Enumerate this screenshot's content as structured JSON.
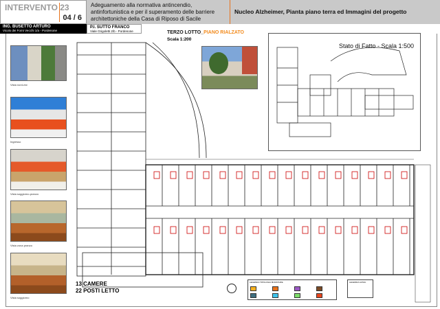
{
  "header": {
    "intervento": "INTERVENTO 23",
    "page": "04 / 6",
    "description": "Adeguamento alla normativa antincendio, antinfortunistica e per il superamento delle barriere architettoniche della Casa di Riposo di Sacile",
    "title": "Nucleo Alzheimer, Pianta piano terra ed Immagini del progetto"
  },
  "engineers": [
    {
      "name": "ING. BUSETTO ARTURO",
      "address": "Vicolo dei Forni Vecchi 1/a - Pordenone"
    },
    {
      "name": "P.I. SUTTO FRANCO",
      "address": "Viale Grigoletti 2/b - Pordenone"
    }
  ],
  "photos": [
    {
      "caption": "Vista nord-est",
      "colors": [
        "#6d8fbf",
        "#d9d5c8",
        "#4d7a3a",
        "#8a8a86"
      ]
    },
    {
      "caption": "Ingresso",
      "colors": [
        "#2f7fd6",
        "#e6e6e6",
        "#e8501e",
        "#f0f0f0"
      ]
    },
    {
      "caption": "Vista soggiorno-pranzo",
      "colors": [
        "#d7d4cc",
        "#e55a2a",
        "#c9a46b",
        "#f1f0ea"
      ]
    },
    {
      "caption": "Vista zona pranzo",
      "colors": [
        "#d7c49a",
        "#a9b7a0",
        "#b8672c",
        "#8c4a1c"
      ]
    },
    {
      "caption": "Vista soggiorno",
      "colors": [
        "#e8dcc0",
        "#c7b48a",
        "#b3602a",
        "#8c4a1c"
      ]
    }
  ],
  "plan": {
    "lotto": "TERZO LOTTO_",
    "piano": "PIANO RIALZATO",
    "scale": "Scala 1:200",
    "rooms": "13 CAMERE",
    "beds": "22 POSTI LETTO"
  },
  "stato_di_fatto": {
    "title": "Stato di Fatto - Scala 1:500"
  },
  "legend": {
    "title1": "LEGENDA TIPOLOGIA MURATURE",
    "title2": "LEGENDA AUSILI",
    "swatches": [
      "#f5b120",
      "#e8731c",
      "#9b59c4",
      "#7a4a26",
      "#3f6f80",
      "#3fc3ea",
      "#7ddc6a",
      "#e8461e"
    ]
  }
}
